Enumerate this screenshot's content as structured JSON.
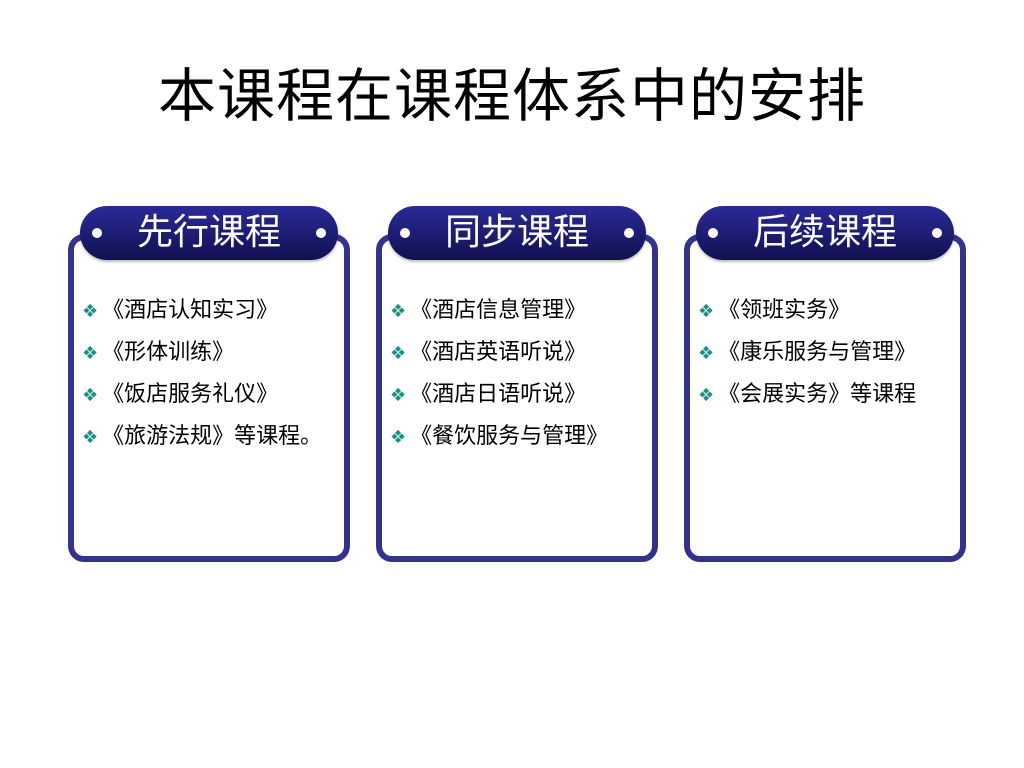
{
  "title": "本课程在课程体系中的安排",
  "bullet_glyph": "❖",
  "bullet_color": "#1a8f86",
  "accent_color": "#33338c",
  "panels": [
    {
      "header": "先行课程",
      "items": [
        "《酒店认知实习》",
        "《形体训练》",
        "《饭店服务礼仪》",
        "《旅游法规》等课程。"
      ]
    },
    {
      "header": "同步课程",
      "items": [
        "《酒店信息管理》",
        "《酒店英语听说》",
        "《酒店日语听说》",
        "《餐饮服务与管理》"
      ]
    },
    {
      "header": "后续课程",
      "items": [
        "《领班实务》",
        "《康乐服务与管理》",
        "《会展实务》等课程"
      ]
    }
  ]
}
